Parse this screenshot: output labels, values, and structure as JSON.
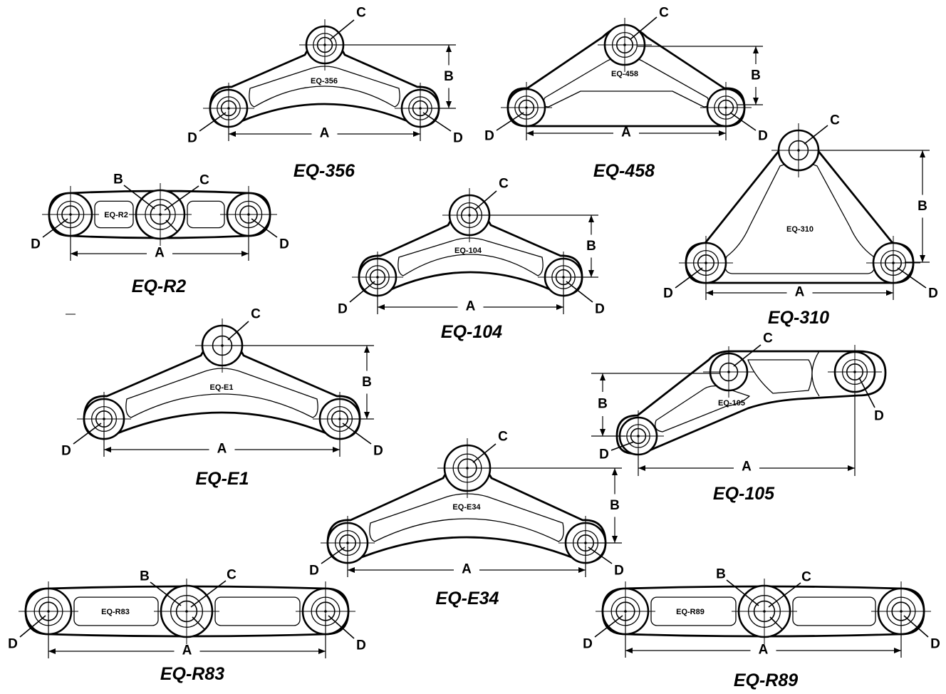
{
  "diagram": {
    "dim_labels": {
      "a": "A",
      "b": "B",
      "c": "C",
      "d": "D"
    },
    "parts": [
      {
        "id": "eq-356",
        "caption": "EQ-356",
        "emboss": "EQ-356"
      },
      {
        "id": "eq-458",
        "caption": "EQ-458",
        "emboss": "EQ-458"
      },
      {
        "id": "eq-r2",
        "caption": "EQ-R2",
        "emboss": "EQ-R2"
      },
      {
        "id": "eq-104",
        "caption": "EQ-104",
        "emboss": "EQ-104"
      },
      {
        "id": "eq-310",
        "caption": "EQ-310",
        "emboss": "EQ-310"
      },
      {
        "id": "eq-e1",
        "caption": "EQ-E1",
        "emboss": "EQ-E1"
      },
      {
        "id": "eq-105",
        "caption": "EQ-105",
        "emboss": "EQ-105"
      },
      {
        "id": "eq-e34",
        "caption": "EQ-E34",
        "emboss": "EQ-E34"
      },
      {
        "id": "eq-r83",
        "caption": "EQ-R83",
        "emboss": "EQ-R83"
      },
      {
        "id": "eq-r89",
        "caption": "EQ-R89",
        "emboss": "EQ-R89"
      }
    ]
  }
}
